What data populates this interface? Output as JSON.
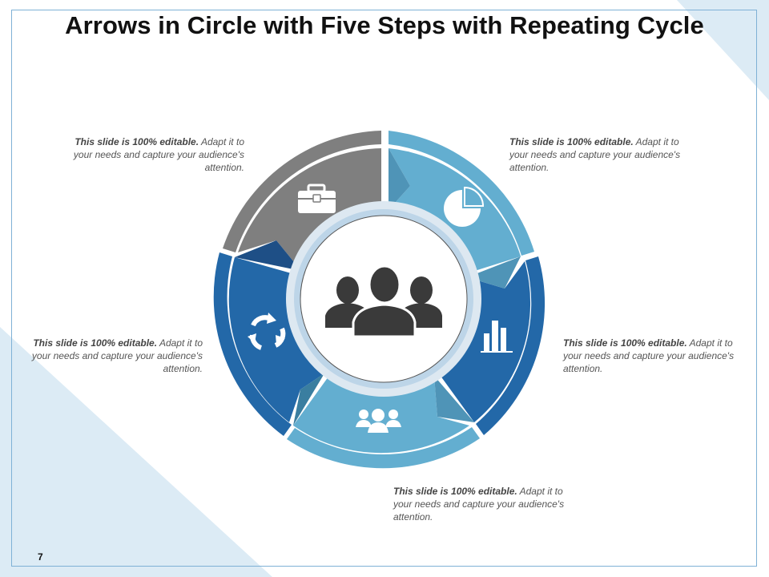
{
  "title": "Arrows in Circle with Five Steps with Repeating Cycle",
  "steps": [
    {
      "id": "top-right",
      "icon": "pie-chart-icon",
      "bold": "This slide is 100% editable.",
      "text": " Adapt it to your needs and capture your audience's attention."
    },
    {
      "id": "right",
      "icon": "bar-chart-icon",
      "bold": "This slide is 100% editable.",
      "text": " Adapt it to your needs and capture your audience's attention."
    },
    {
      "id": "bottom",
      "icon": "team-icon",
      "bold": "This slide is 100% editable.",
      "text": " Adapt it to your needs and capture your audience's attention."
    },
    {
      "id": "left",
      "icon": "recycle-arrows-icon",
      "bold": "This slide is 100% editable.",
      "text": " Adapt it to your needs and capture your audience's attention."
    },
    {
      "id": "top-left",
      "icon": "briefcase-icon",
      "bold": "This slide is 100% editable.",
      "text": " Adapt it to your needs and capture your audience's attention."
    }
  ],
  "center_icon": "people-group-icon",
  "page_number": "7",
  "colors": {
    "gray": "#7f7f7f",
    "light_blue": "#63aed0",
    "dark_blue": "#2368a8",
    "outer_light": "#4a9dc8",
    "accent_bg": "#dcebf5"
  }
}
